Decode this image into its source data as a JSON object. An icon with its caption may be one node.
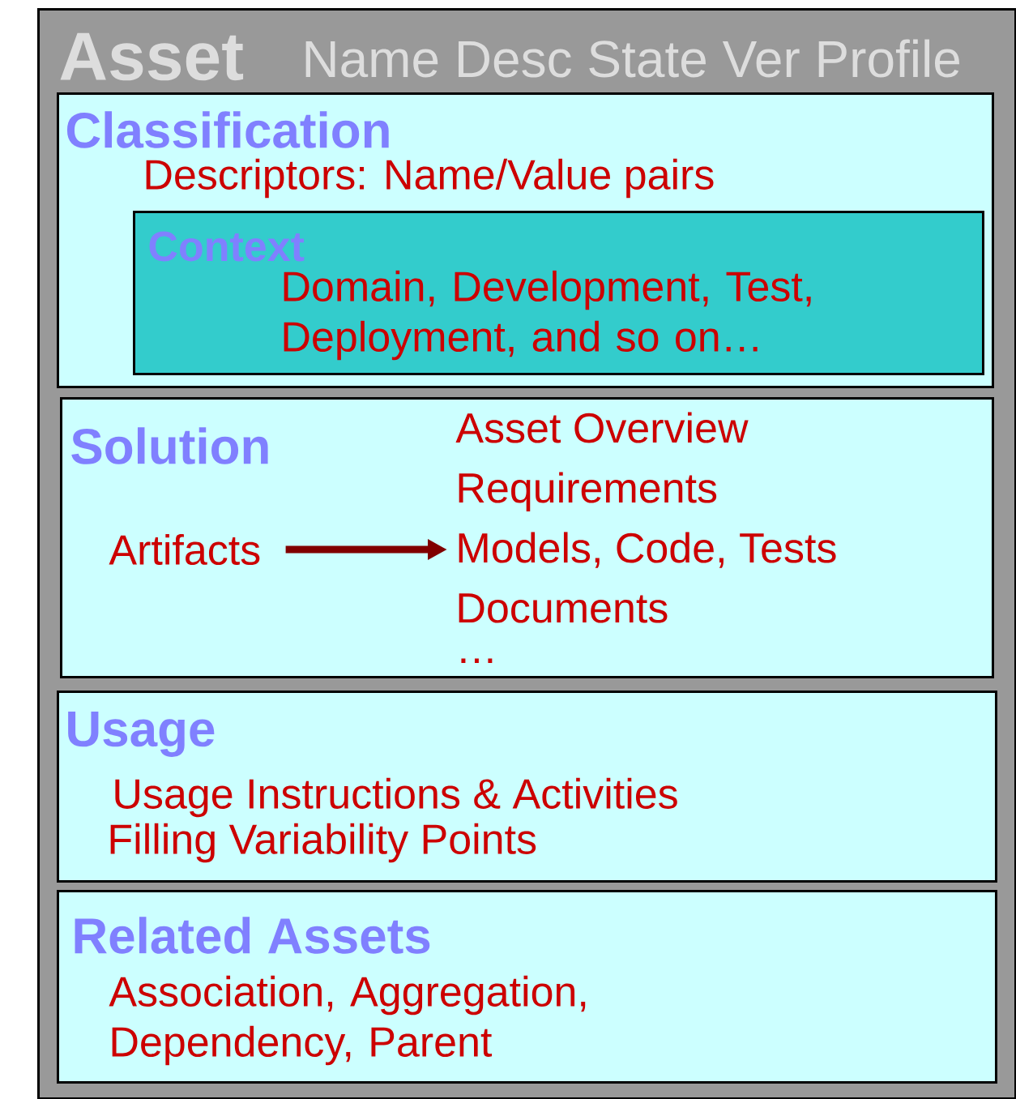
{
  "diagram": {
    "nodes": [
      {
        "text": [
          "Asset",
          "Name Desc State Ver Profile"
        ]
      },
      {
        "text": [
          "Classification",
          "Descriptors: Name/Value pairs"
        ],
        "in": 0
      },
      {
        "text": [
          "Context",
          "Domain, Development, Test, Deployment, and so on…"
        ],
        "in": 1
      },
      {
        "text": [
          "Solution"
        ],
        "in": 0
      },
      {
        "text": [
          "Artifacts"
        ],
        "in": 3
      },
      {
        "text": [
          "Asset Overview",
          "Requirements",
          "Models, Code, Tests",
          "Documents",
          "…"
        ],
        "in": 3
      },
      {
        "text": [
          "Usage",
          "Usage Instructions & Activities",
          "Filling Variability Points"
        ],
        "in": 0
      },
      {
        "text": [
          "Related Assets",
          "Association, Aggregation, Dependency, Parent"
        ],
        "in": 0
      }
    ],
    "edges": [
      {
        "from": 4,
        "to": 5,
        "arrow": "to"
      }
    ]
  }
}
